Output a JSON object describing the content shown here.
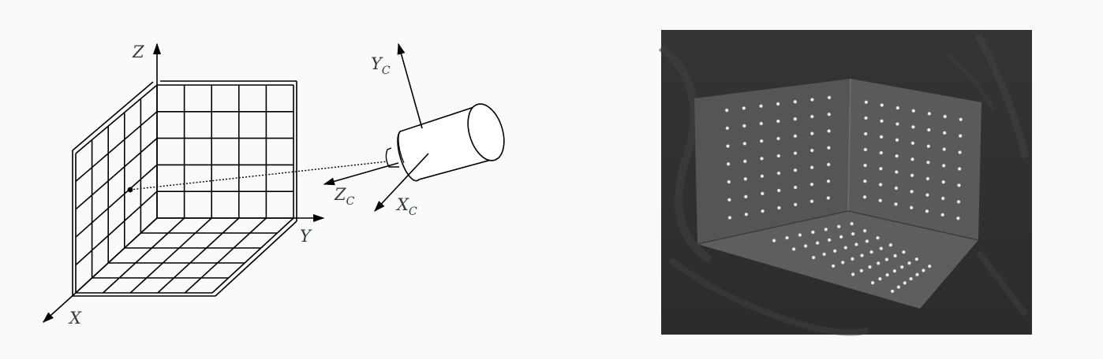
{
  "diagram": {
    "world_axes": {
      "x_label": "X",
      "y_label": "Y",
      "z_label": "Z"
    },
    "camera_axes": {
      "x_label": "X",
      "y_label": "Y",
      "z_label": "Z",
      "subscript": "C"
    }
  },
  "photo": {
    "panels": [
      "left-wall",
      "right-wall",
      "floor"
    ],
    "dots_per_panel": {
      "left-wall": "7x7",
      "right-wall": "7x7",
      "floor": "7x7"
    }
  },
  "colors": {
    "line": "#000000",
    "label": "#2d3b3b",
    "background": "#fafafa",
    "photo_bg": "#3c3c3c"
  }
}
